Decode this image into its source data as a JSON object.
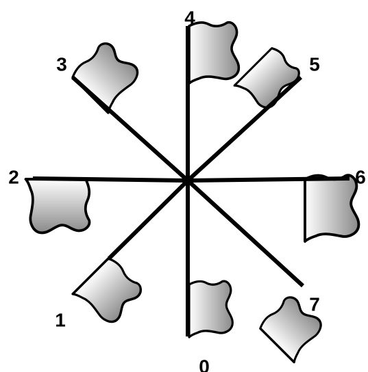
{
  "diagram": {
    "directions": [
      {
        "label": "0",
        "angle_deg": 90
      },
      {
        "label": "1",
        "angle_deg": 135
      },
      {
        "label": "2",
        "angle_deg": 180
      },
      {
        "label": "3",
        "angle_deg": 225
      },
      {
        "label": "4",
        "angle_deg": 270
      },
      {
        "label": "5",
        "angle_deg": 315
      },
      {
        "label": "6",
        "angle_deg": 0
      },
      {
        "label": "7",
        "angle_deg": 45
      }
    ],
    "colors": {
      "line": "#000000",
      "flag_light": "#ffffff",
      "flag_dark": "#8a8a8a",
      "background": "#ffffff"
    }
  }
}
